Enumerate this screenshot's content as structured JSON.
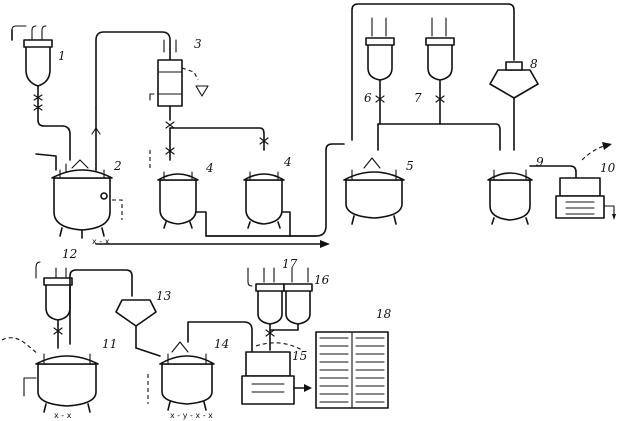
{
  "labels": {
    "n1": "1",
    "n2": "2",
    "n3": "3",
    "n4a": "4",
    "n4b": "4",
    "n5": "5",
    "n6": "6",
    "n7": "7",
    "n8": "8",
    "n9": "9",
    "n10": "10",
    "n11": "11",
    "n12": "12",
    "n13": "13",
    "n14": "14",
    "n15": "15",
    "n16": "16",
    "n17": "17",
    "n18": "18"
  },
  "marks": {
    "m1": "x - x",
    "m2": "x - x",
    "m3": "x - y - x - x"
  }
}
